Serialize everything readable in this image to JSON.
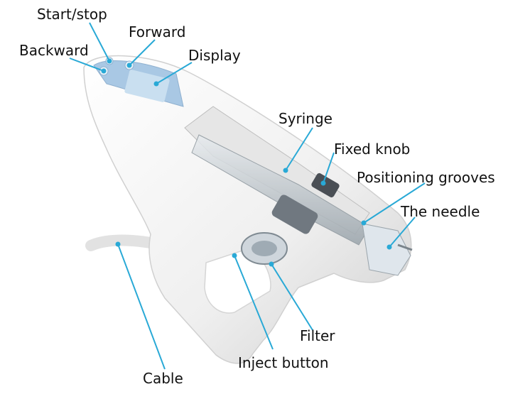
{
  "labels": {
    "start_stop": "Start/stop",
    "forward": "Forward",
    "backward": "Backward",
    "display": "Display",
    "syringe": "Syringe",
    "fixed_knob": "Fixed knob",
    "positioning_grooves": "Positioning grooves",
    "the_needle": "The needle",
    "filter": "Filter",
    "inject_button": "Inject button",
    "cable": "Cable"
  },
  "colors": {
    "leader_line": "#29a9d6",
    "body": "#f2f2f2",
    "body_shade": "#d9d9d9",
    "screen": "#b8d3ea",
    "text": "#111111"
  }
}
